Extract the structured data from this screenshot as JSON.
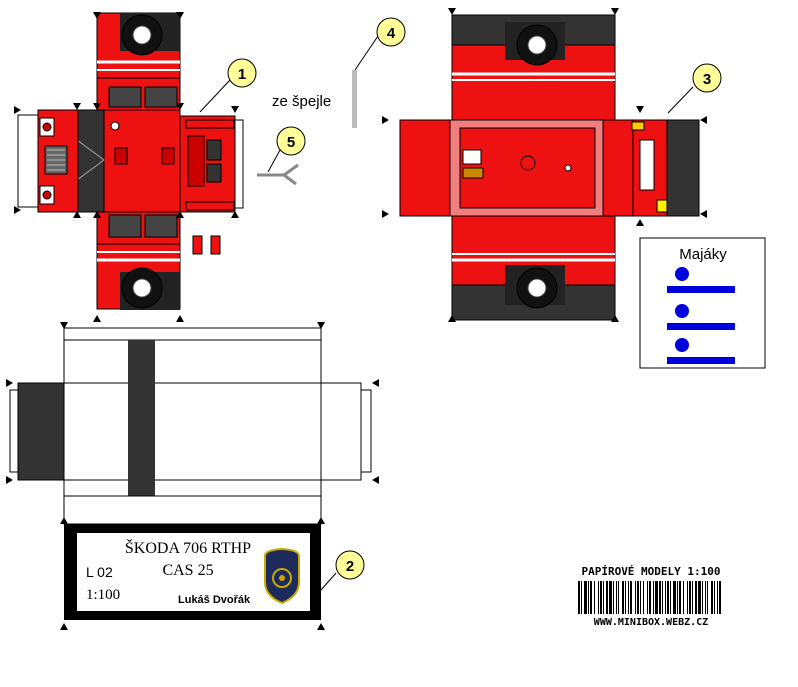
{
  "callouts": [
    "1",
    "2",
    "3",
    "4",
    "5"
  ],
  "spejle_label": "ze špejle",
  "majaky": {
    "title": "Majáky",
    "beacon_color": "#0000dd"
  },
  "label_card": {
    "title": "ŠKODA 706 RTHP",
    "subtitle": "CAS 25",
    "code": "L 02",
    "scale": "1:100",
    "author": "Lukáš Dvořák"
  },
  "branding": {
    "heading": "PAPÍROVÉ MODELY 1:100",
    "url": "WWW.MINIBOX.WEBZ.CZ"
  },
  "colors": {
    "body_red": "#ee1111",
    "dark_red": "#cc0000",
    "cab_black": "#333333",
    "window_gray": "#444444",
    "callout_yellow": "#ffff99",
    "pink_outline": "#f08080"
  }
}
